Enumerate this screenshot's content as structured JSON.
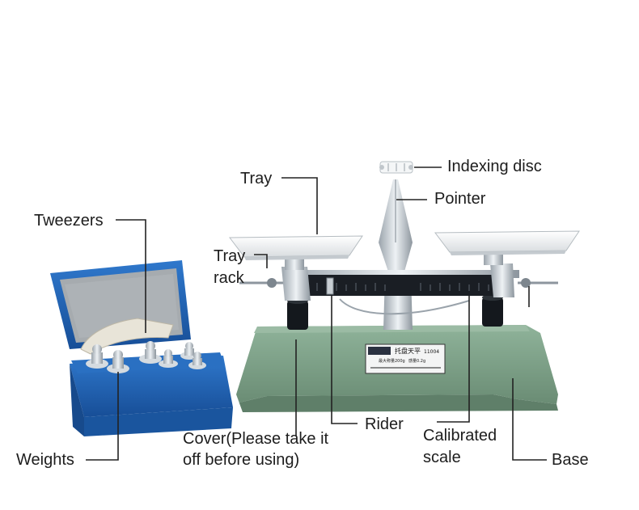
{
  "labels": {
    "tray": "Tray",
    "indexing_disc": "Indexing disc",
    "pointer": "Pointer",
    "tweezers": "Tweezers",
    "tray_rack_line1": "Tray",
    "tray_rack_line2": "rack",
    "weights": "Weights",
    "cover_line1": "Cover(Please take it",
    "cover_line2": "off before using)",
    "rider": "Rider",
    "calibrated_line1": "Calibrated",
    "calibrated_line2": "scale",
    "base": "Base"
  },
  "nameplate": {
    "title": "托盘天平",
    "model": "11004",
    "line1": "最大称量200g",
    "line2": "感量0.2g"
  },
  "colors": {
    "base_green": "#7fa089",
    "box_blue": "#1f63b6",
    "foam_gray": "#9ea3a6",
    "metal": "#c9cfd4",
    "scale_black": "#1a1e24"
  }
}
